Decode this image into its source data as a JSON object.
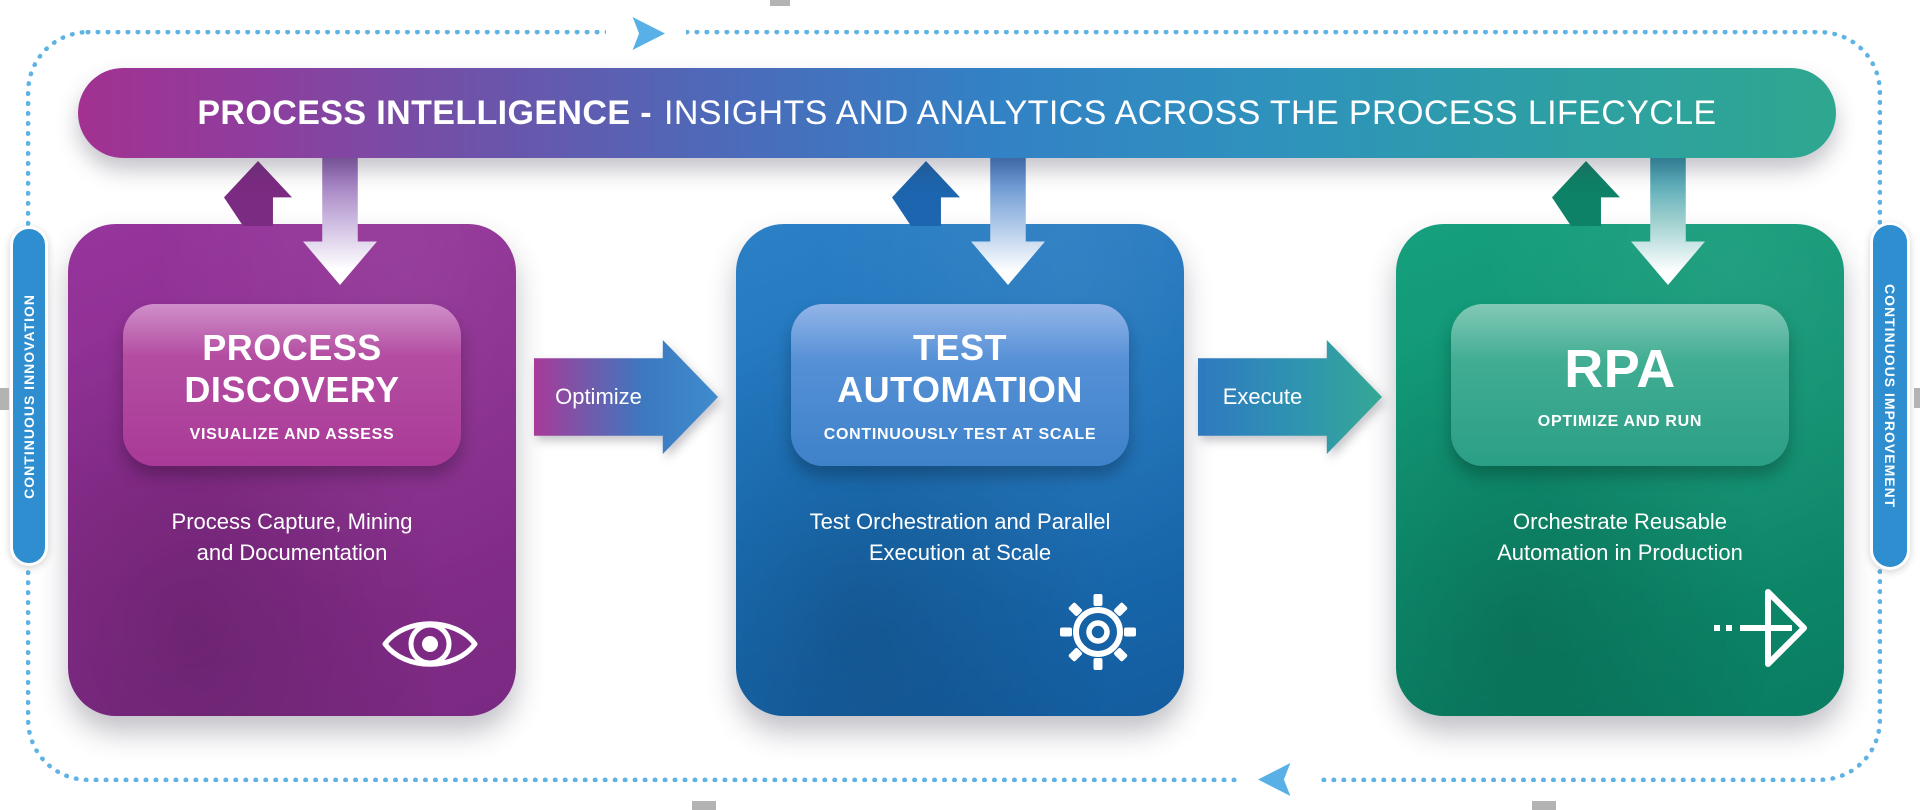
{
  "banner": {
    "title_bold": "PROCESS INTELLIGENCE -",
    "title_regular": "INSIGHTS AND ANALYTICS ACROSS THE PROCESS LIFECYCLE"
  },
  "loop": {
    "left_label": "CONTINUOUS INNOVATION",
    "right_label": "CONTINUOUS IMPROVEMENT"
  },
  "stages": [
    {
      "key": "process-discovery",
      "title_line1": "PROCESS",
      "title_line2": "DISCOVERY",
      "subtitle": "VISUALIZE AND ASSESS",
      "body_line1": "Process Capture, Mining",
      "body_line2": "and Documentation",
      "icon": "eye-icon",
      "color": "#8a2d8e"
    },
    {
      "key": "test-automation",
      "title_line1": "TEST",
      "title_line2": "AUTOMATION",
      "subtitle": "CONTINUOUSLY TEST AT SCALE",
      "body_line1": "Test Orchestration and Parallel",
      "body_line2": "Execution at Scale",
      "icon": "gear-icon",
      "color": "#1d72ba"
    },
    {
      "key": "rpa",
      "title_line1": "RPA",
      "title_line2": "",
      "subtitle": "OPTIMIZE AND RUN",
      "body_line1": "Orchestrate Reusable",
      "body_line2": "Automation in Production",
      "icon": "forward-arrow-icon",
      "color": "#0f9170"
    }
  ],
  "connectors": [
    {
      "label": "Optimize"
    },
    {
      "label": "Execute"
    }
  ],
  "colors": {
    "loop_dotted_blue": "#5fb3e4",
    "side_pill_blue": "#2e8ed0",
    "banner_gradient_start": "#a23191",
    "banner_gradient_end": "#2fa78f",
    "stage_purple": "#8a2d8e",
    "stage_blue": "#1d72ba",
    "stage_teal": "#0f9170"
  }
}
